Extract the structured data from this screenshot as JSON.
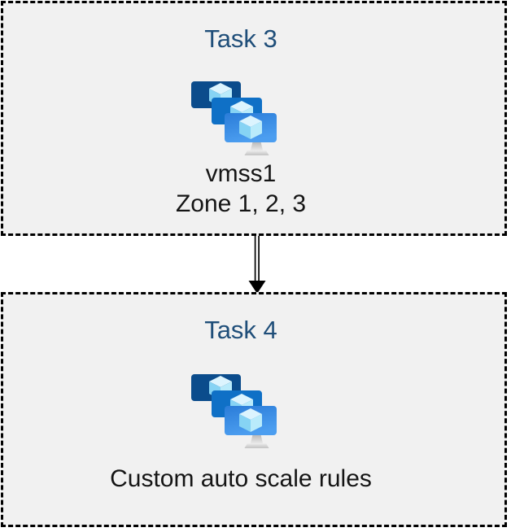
{
  "diagram": {
    "task3": {
      "title": "Task 3",
      "icon": "vm-scale-set-icon",
      "caption_line1": "vmss1",
      "caption_line2": "Zone 1, 2, 3"
    },
    "task4": {
      "title": "Task 4",
      "icon": "vm-scale-set-icon",
      "caption": "Custom auto scale rules"
    },
    "connector": {
      "type": "double-line-arrow",
      "direction": "down",
      "from": "task3",
      "to": "task4"
    }
  },
  "colors": {
    "page_background": "#FFFFFF",
    "box_background": "#F1F1F1",
    "box_border": "#000000",
    "task_title_text": "#1F4E79",
    "caption_text": "#151515",
    "monitor_back": "#0B4C8C",
    "monitor_middle": "#0F70C6",
    "monitor_front_gradient_start": "#2A7CD8",
    "monitor_front_gradient_end": "#4C9EF0",
    "cube_top_face": "#DCF4FE",
    "cube_left_face": "#86D3F4",
    "cube_right_face": "#B9EBFB",
    "stand_gray_dark": "#BDBDBD",
    "stand_gray_light": "#E9E9E9",
    "arrow": "#000000"
  }
}
